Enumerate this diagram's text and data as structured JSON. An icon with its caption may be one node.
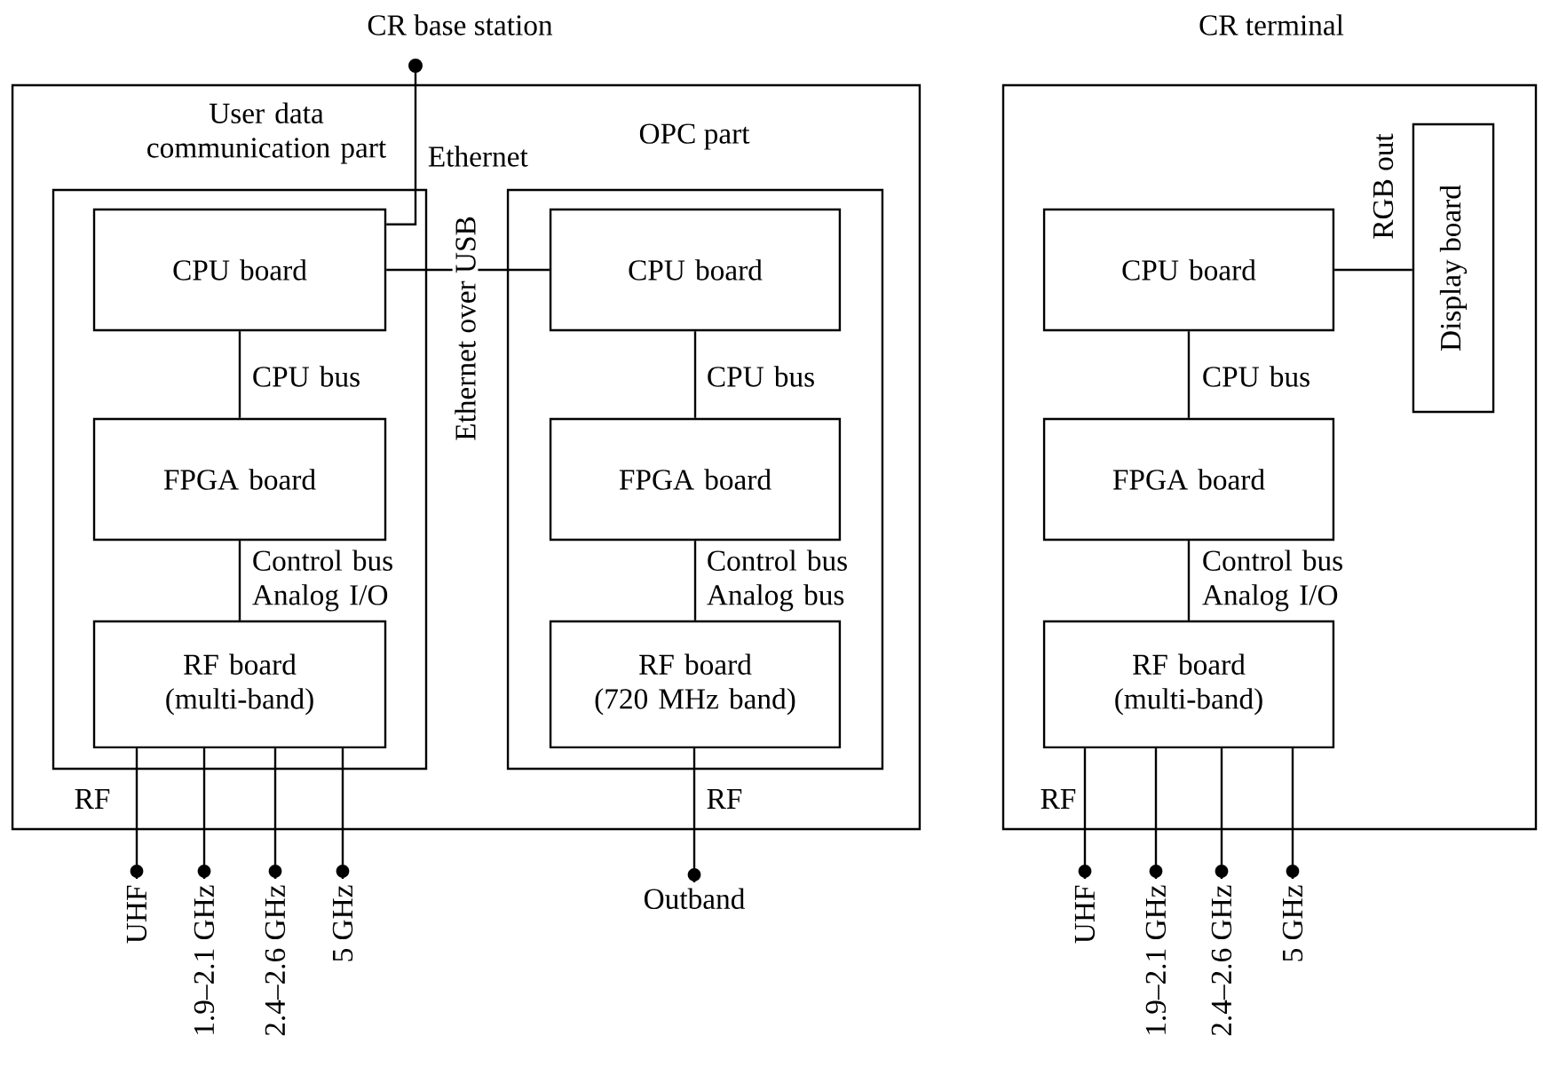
{
  "diagram": {
    "nodes": [
      {
        "text": [
          "CR base station"
        ]
      },
      {
        "text": [
          "User data communication part"
        ],
        "in": 0
      },
      {
        "text": [
          "CPU board"
        ],
        "in": 1
      },
      {
        "text": [
          "FPGA board"
        ],
        "in": 1
      },
      {
        "text": [
          "RF board (multi-band)"
        ],
        "in": 1
      },
      {
        "text": [
          "OPC part"
        ],
        "in": 0
      },
      {
        "text": [
          "CPU board"
        ],
        "in": 5
      },
      {
        "text": [
          "FPGA board"
        ],
        "in": 5
      },
      {
        "text": [
          "RF board (720 MHz band)"
        ],
        "in": 5
      },
      {
        "text": [
          "CR terminal"
        ]
      },
      {
        "text": [
          "CPU board"
        ],
        "in": 9
      },
      {
        "text": [
          "FPGA board"
        ],
        "in": 9
      },
      {
        "text": [
          "RF board (multi-band)"
        ],
        "in": 9
      },
      {
        "text": [
          "Display board"
        ],
        "in": 9
      },
      {
        "text": [
          "UHF"
        ]
      },
      {
        "text": [
          "1.9–2.1 GHz"
        ]
      },
      {
        "text": [
          "2.4–2.6 GHz"
        ]
      },
      {
        "text": [
          "5 GHz"
        ]
      },
      {
        "text": [
          "Outband"
        ]
      },
      {
        "text": [
          "UHF"
        ]
      },
      {
        "text": [
          "1.9–2.1 GHz"
        ]
      },
      {
        "text": [
          "2.4–2.6 GHz"
        ]
      },
      {
        "text": [
          "5 GHz"
        ]
      }
    ],
    "edges": [
      {
        "from": 2,
        "to": 3,
        "arrow": "none",
        "label": "CPU bus"
      },
      {
        "from": 3,
        "to": 4,
        "arrow": "none",
        "label": "Control bus Analog I/O"
      },
      {
        "from": 6,
        "to": 7,
        "arrow": "none",
        "label": "CPU bus"
      },
      {
        "from": 7,
        "to": 8,
        "arrow": "none",
        "label": "Control bus Analog bus"
      },
      {
        "from": 10,
        "to": 11,
        "arrow": "none",
        "label": "CPU bus"
      },
      {
        "from": 11,
        "to": 12,
        "arrow": "none",
        "label": "Control bus Analog I/O"
      },
      {
        "from": 10,
        "to": 13,
        "arrow": "none",
        "label": "RGB out"
      },
      {
        "from": 2,
        "to": 6,
        "arrow": "none",
        "label": "Ethernet over USB"
      },
      {
        "from": 2,
        "to": null,
        "arrow": "other",
        "label": "Ethernet"
      },
      {
        "from": 4,
        "to": 14,
        "arrow": "other"
      },
      {
        "from": 4,
        "to": 15,
        "arrow": "other"
      },
      {
        "from": 4,
        "to": 16,
        "arrow": "other"
      },
      {
        "from": 4,
        "to": 17,
        "arrow": "other"
      },
      {
        "from": 8,
        "to": 18,
        "arrow": "other"
      },
      {
        "from": 12,
        "to": 19,
        "arrow": "other"
      },
      {
        "from": 12,
        "to": 20,
        "arrow": "other"
      },
      {
        "from": 12,
        "to": 21,
        "arrow": "other"
      },
      {
        "from": 12,
        "to": 22,
        "arrow": "other"
      }
    ],
    "labels": [
      "RF",
      "RF",
      "RF"
    ]
  }
}
